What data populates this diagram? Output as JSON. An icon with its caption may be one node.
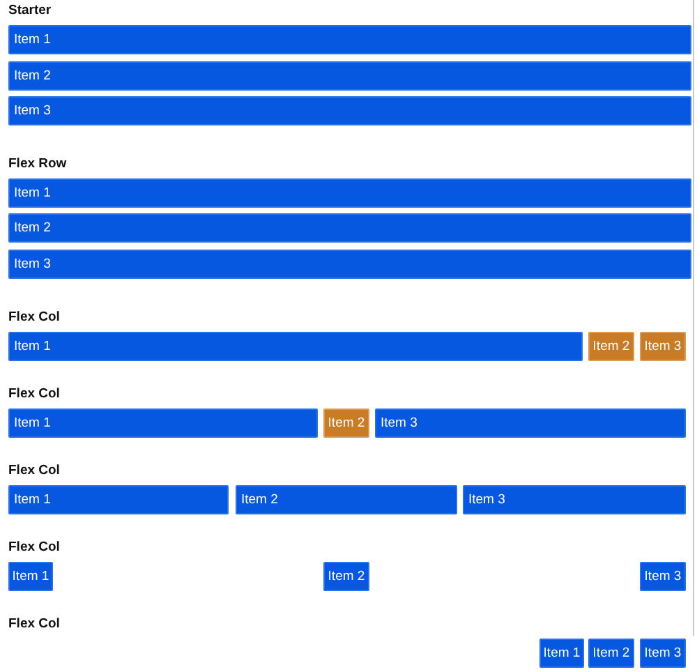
{
  "diagram": {
    "nodes": [
      {
        "text": [
          "Item 1"
        ]
      },
      {
        "text": [
          "Item 2"
        ]
      },
      {
        "text": [
          "Item 3"
        ]
      },
      {
        "text": [
          "Item 1"
        ]
      },
      {
        "text": [
          "Item 2"
        ]
      },
      {
        "text": [
          "Item 3"
        ]
      },
      {
        "text": [
          "Item 1"
        ]
      },
      {
        "text": [
          "Item 2"
        ]
      },
      {
        "text": [
          "Item 3"
        ]
      },
      {
        "text": [
          "Item 1"
        ]
      },
      {
        "text": [
          "Item 2"
        ]
      },
      {
        "text": [
          "Item 3"
        ]
      },
      {
        "text": [
          "Item 1"
        ]
      },
      {
        "text": [
          "Item 2"
        ]
      },
      {
        "text": [
          "Item 3"
        ]
      },
      {
        "text": [
          "Item 1"
        ]
      },
      {
        "text": [
          "Item 2"
        ]
      },
      {
        "text": [
          "Item 3"
        ]
      },
      {
        "text": [
          "Item 1"
        ]
      },
      {
        "text": [
          "Item 2"
        ]
      },
      {
        "text": [
          "Item 3"
        ]
      }
    ],
    "edges": [],
    "labels": [
      "Starter",
      "Flex Row",
      "Flex Col",
      "Flex Col",
      "Flex Col",
      "Flex Col",
      "Flex Col"
    ]
  }
}
